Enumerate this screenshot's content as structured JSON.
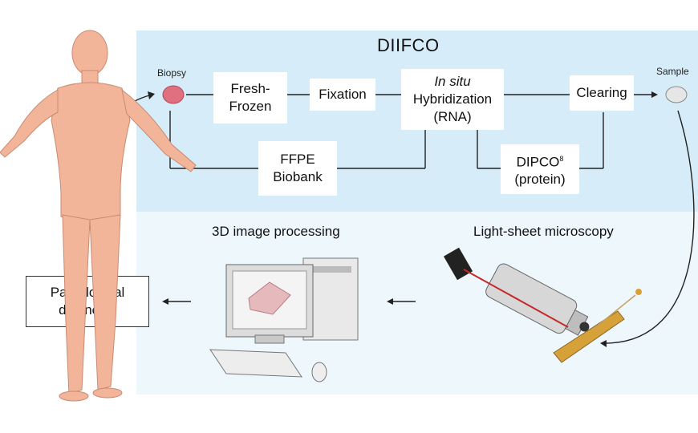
{
  "title": "DIIFCO",
  "labels": {
    "biopsy": "Biopsy",
    "sample": "Sample",
    "image_processing": "3D image processing",
    "microscopy": "Light-sheet microscopy"
  },
  "boxes": {
    "fresh_frozen": [
      "Fresh-",
      "Frozen"
    ],
    "fixation": "Fixation",
    "ish_italic": "In situ",
    "ish_line2": "Hybridization",
    "ish_line3": "(RNA)",
    "clearing": "Clearing",
    "ffpe": [
      "FFPE",
      "Biobank"
    ],
    "dipco": "DIPCO",
    "dipco_sup": "8",
    "dipco_line2": "(protein)",
    "diagnosis": [
      "Pathological",
      "diagnosis"
    ]
  },
  "colors": {
    "top_panel": "#d6ecf8",
    "bottom_panel": "#edf7fc",
    "skin": "#f2b59a",
    "biopsy_tissue": "#e0707f",
    "laser": "#c62828",
    "cuvette": "#d7a13a"
  }
}
